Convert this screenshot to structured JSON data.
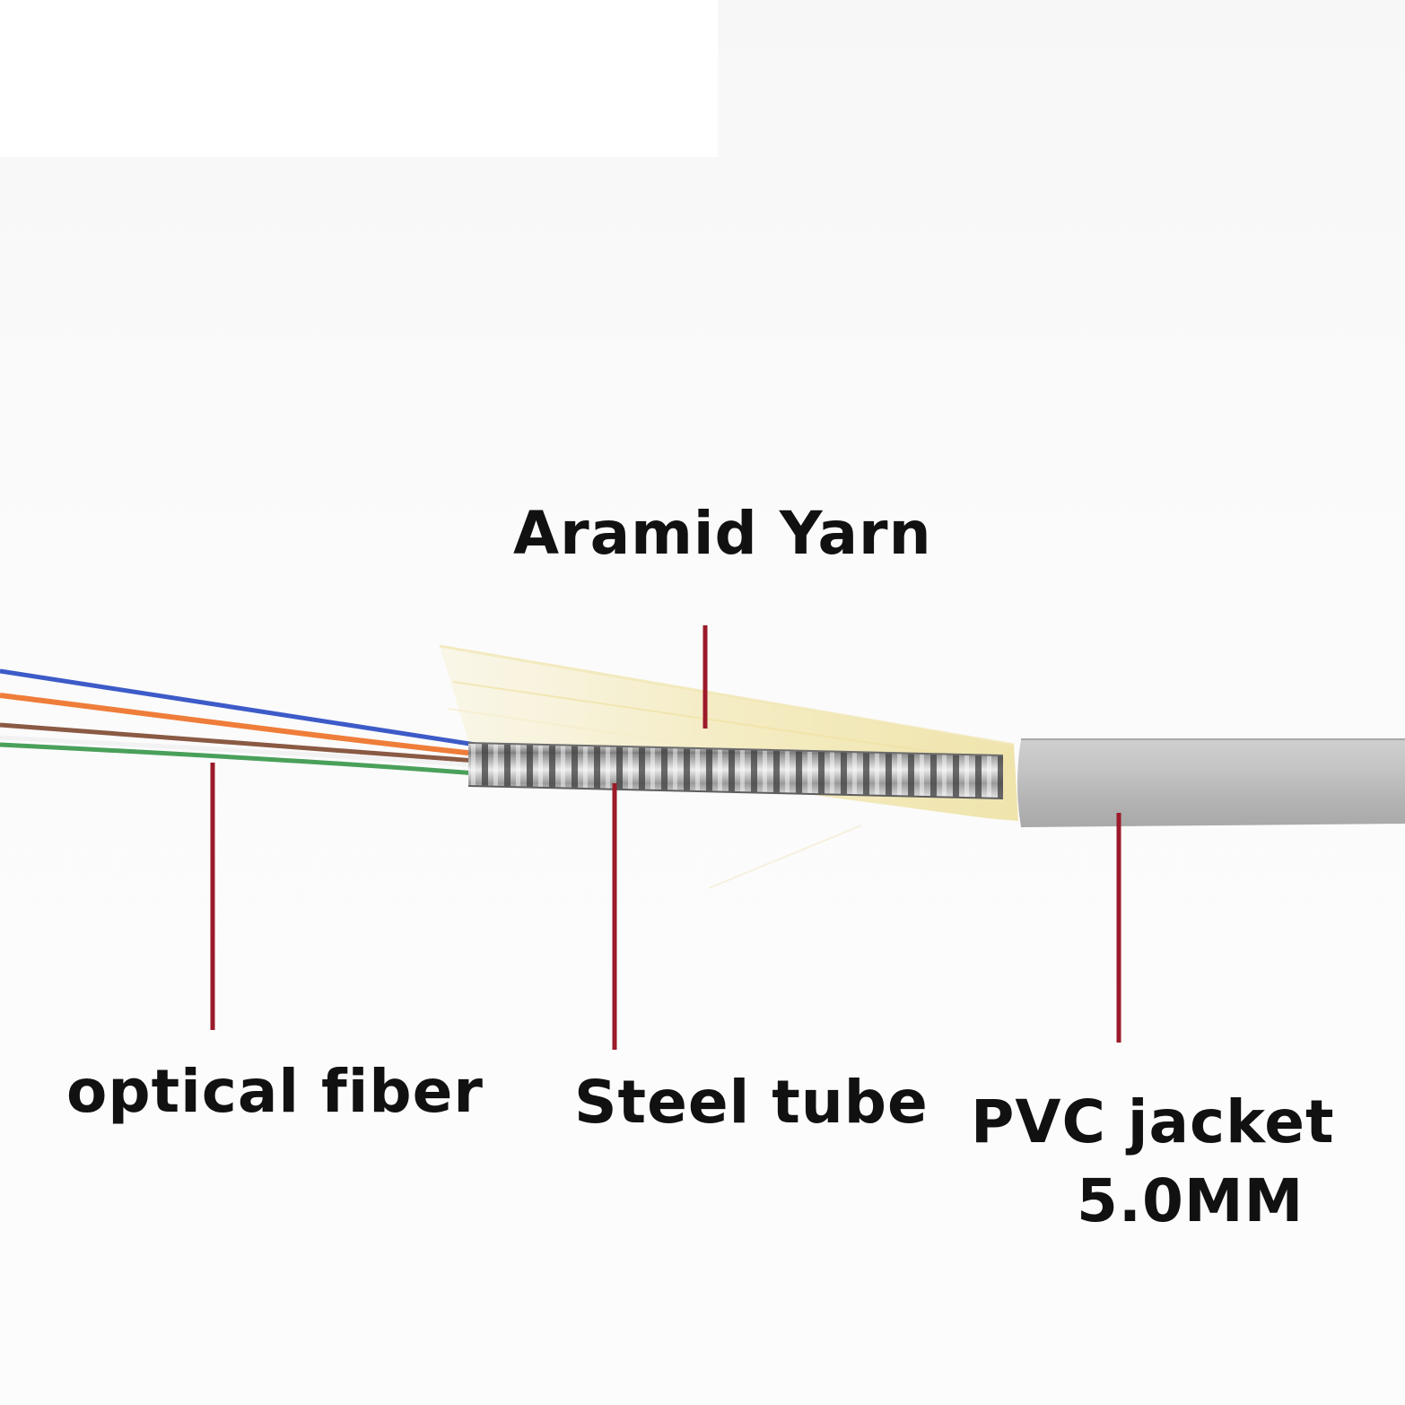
{
  "labels": {
    "aramid_yarn": "Aramid Yarn",
    "optical_fiber": "optical fiber",
    "steel_tube": "Steel tube",
    "pvc_jacket": "PVC jacket",
    "jacket_size": "5.0MM"
  },
  "colors": {
    "leader_line": "#9b1b2a",
    "fiber_blue": "#3d5bc8",
    "fiber_orange": "#ef7d3a",
    "fiber_brown": "#8a5a44",
    "fiber_green": "#4aa05a",
    "aramid": "#f4ecc2",
    "jacket": "#bdbdbd",
    "steel": "#b8b8b8"
  }
}
